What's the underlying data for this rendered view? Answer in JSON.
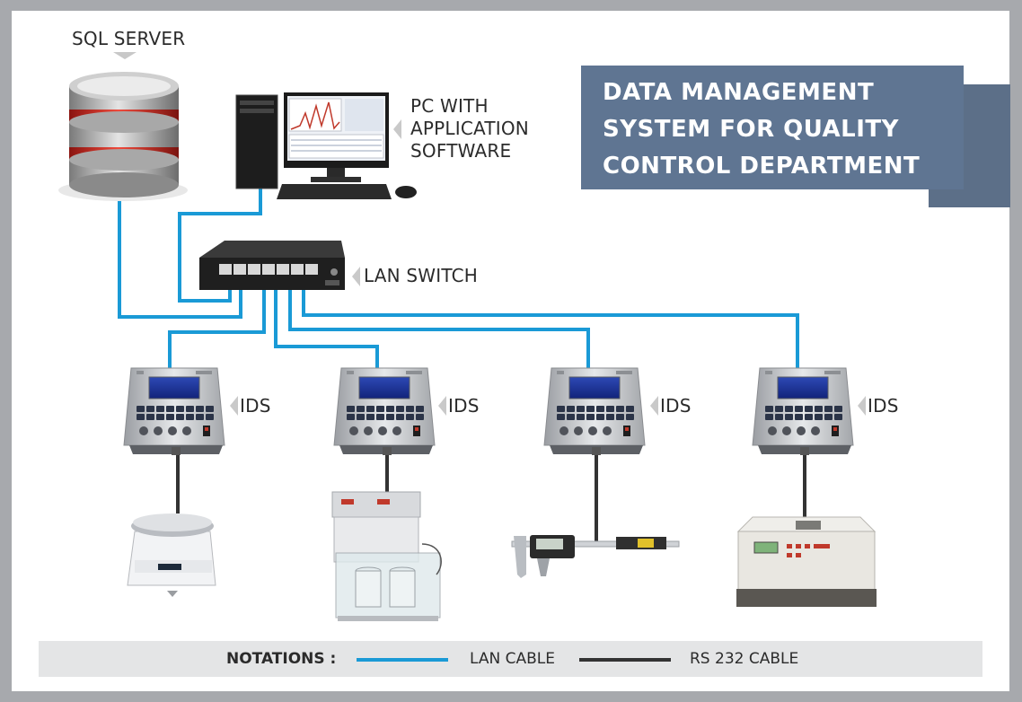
{
  "title": {
    "text": "DATA MANAGEMENT\nSYSTEM FOR QUALITY\nCONTROL DEPARTMENT"
  },
  "nodes": {
    "sql_server": "SQL SERVER",
    "pc": "PC WITH\nAPPLICATION\nSOFTWARE",
    "lan_switch": "LAN SWITCH",
    "ids": [
      "IDS",
      "IDS",
      "IDS",
      "IDS"
    ]
  },
  "legend": {
    "heading": "NOTATIONS :",
    "lan": "LAN CABLE",
    "rs232": "RS 232 CABLE"
  },
  "colors": {
    "lan_cable": "#1a9ad6",
    "rs232_cable": "#333333",
    "title_bg": "#5f7592",
    "frame": "#a7a9ad"
  },
  "icons": {
    "database": "database-icon",
    "computer": "computer-icon",
    "switch": "network-switch-icon",
    "terminal": "ids-terminal-icon",
    "balance": "weighing-balance-icon",
    "dissolution": "dissolution-tester-icon",
    "caliper": "digital-caliper-icon",
    "tester": "tablet-tester-icon"
  }
}
